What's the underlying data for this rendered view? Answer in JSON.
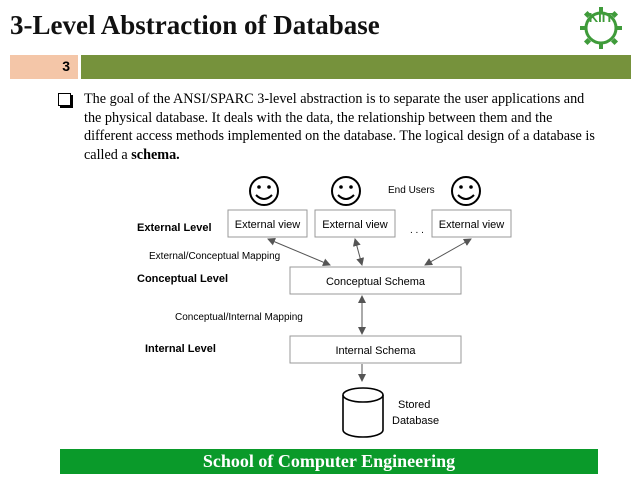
{
  "slide": {
    "title": "3-Level Abstraction of Database",
    "number": "3",
    "paragraph_main": "The goal of the ANSI/SPARC 3-level abstraction is to separate the user applications and the physical database. It deals with the data, the relationship between them and the different access methods implemented on the database. The logical design of a database is called a ",
    "paragraph_bold": "schema.",
    "footer": "School of Computer Engineering",
    "logo_text": "KIIT"
  },
  "diagram": {
    "end_users": "End Users",
    "external_level": "External Level",
    "external_views": [
      "External view",
      "External view",
      "External view"
    ],
    "ellipsis": ". . .",
    "ext_conc_mapping": "External/Conceptual  Mapping",
    "conceptual_level": "Conceptual Level",
    "conceptual_schema": "Conceptual Schema",
    "conc_int_mapping": "Conceptual/Internal  Mapping",
    "internal_level": "Internal Level",
    "internal_schema": "Internal Schema",
    "stored_line1": "Stored",
    "stored_line2": "Database"
  },
  "colors": {
    "band_number_bg": "#f4c6a8",
    "band_bar": "#76923c",
    "footer_bg": "#0a9a2a",
    "logo_green": "#3f9b3a"
  }
}
